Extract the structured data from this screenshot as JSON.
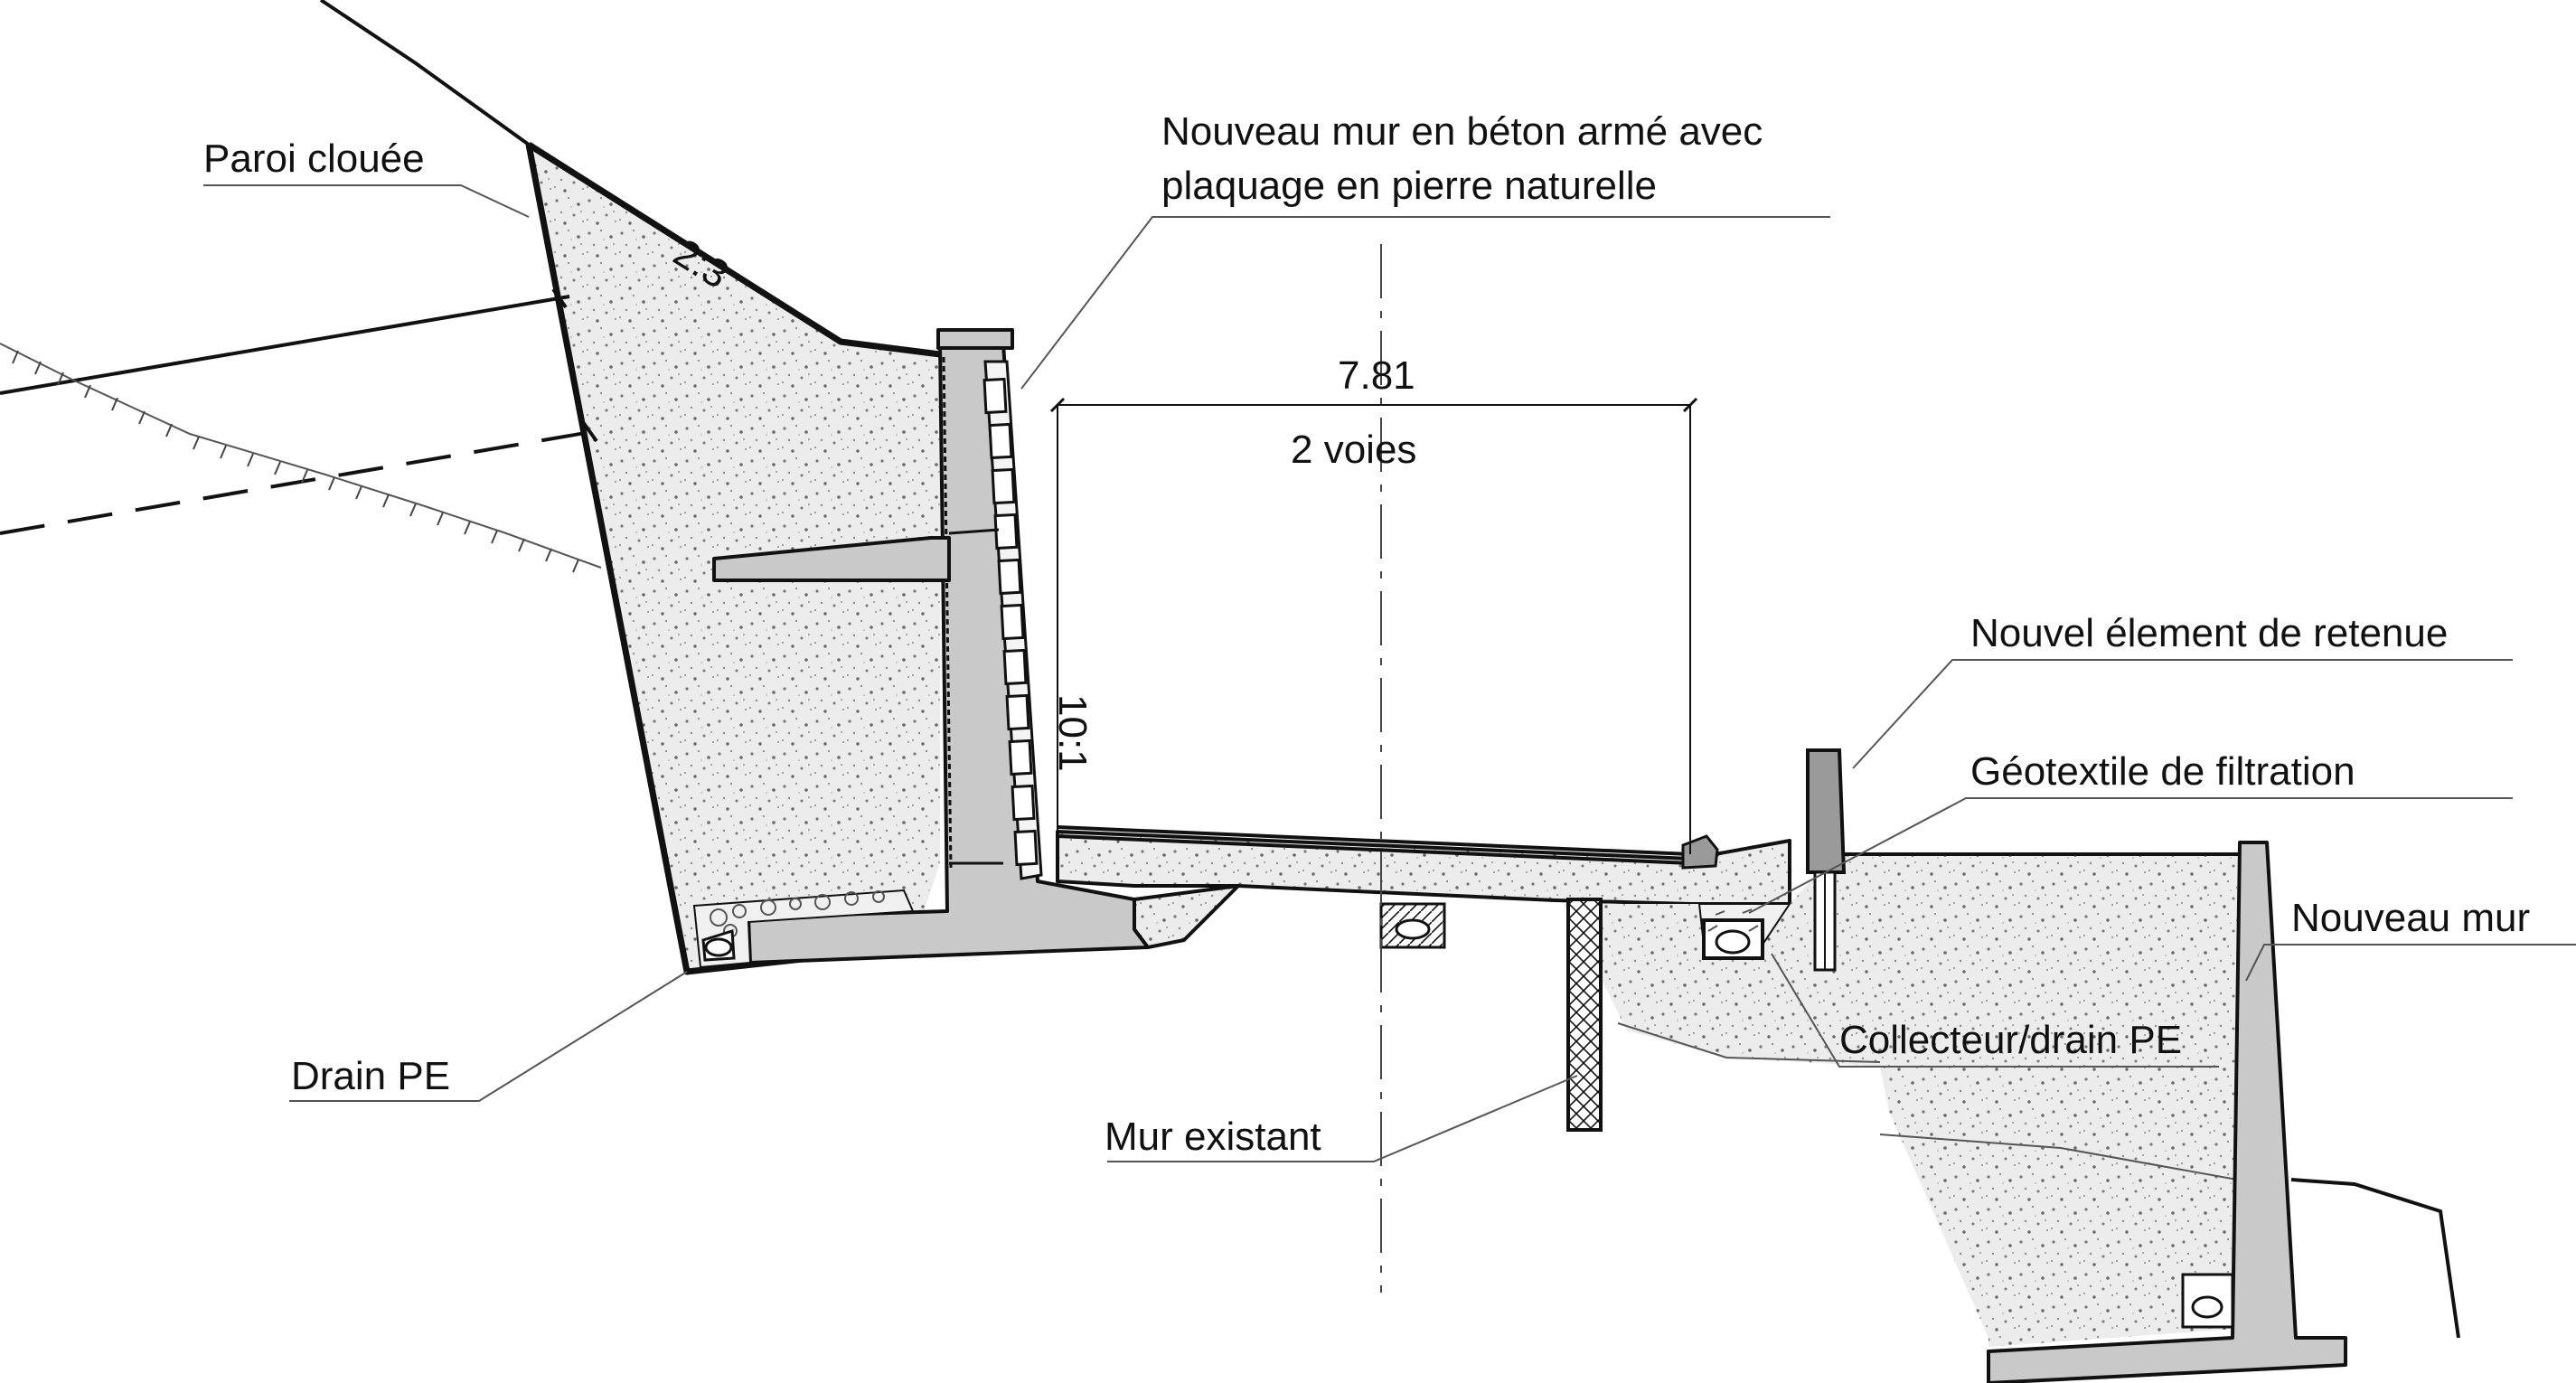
{
  "labels": {
    "paroi": "Paroi clouée",
    "nouveau_mur_line1": "Nouveau mur en béton armé avec",
    "nouveau_mur_line2": "plaquage en pierre naturelle",
    "dimension": "7.81",
    "voies": "2 voies",
    "slope_top": "2:3",
    "slope_wall": "10:1",
    "retenue": "Nouvel élement de retenue",
    "geotextile": "Géotextile de filtration",
    "nouveau_mur_right": "Nouveau mur",
    "collecteur": "Collecteur/drain PE",
    "drain": "Drain PE",
    "mur_existant": "Mur existant"
  }
}
